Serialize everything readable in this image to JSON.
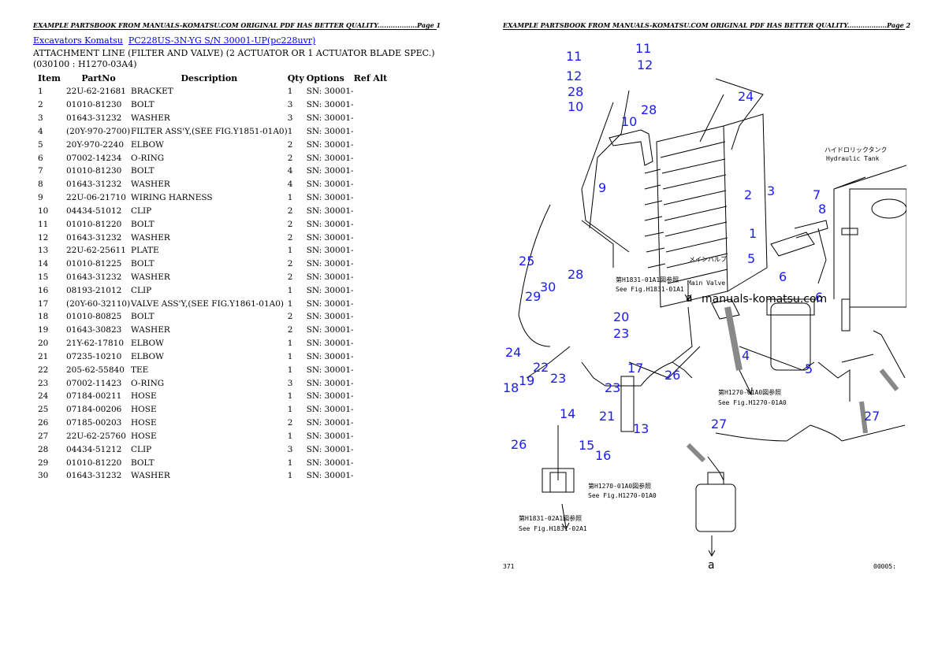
{
  "header_left": "EXAMPLE PARTSBOOK FROM MANUALS-KOMATSU.COM ORIGINAL PDF HAS BETTER QUALITY..................Page 1",
  "header_right": "EXAMPLE PARTSBOOK FROM MANUALS-KOMATSU.COM ORIGINAL PDF HAS BETTER QUALITY..................Page 2",
  "breadcrumb": {
    "link1": "Excavators Komatsu",
    "link2": "PC228US-3N-YG S/N  30001-UP(pc228uvr)"
  },
  "page_title": "ATTACHMENT LINE (FILTER AND VALVE) (2 ACTUATOR OR 1 ACTUATOR BLADE SPEC.)(030100 : H1270-03A4)",
  "columns": [
    "Item",
    "PartNo",
    "Description",
    "Qty",
    "Options",
    "Ref Alt"
  ],
  "rows": [
    [
      "1",
      "22U-62-21681",
      "BRACKET",
      "1",
      "SN: 30001-"
    ],
    [
      "2",
      "01010-81230",
      "BOLT",
      "3",
      "SN: 30001-"
    ],
    [
      "3",
      "01643-31232",
      "WASHER",
      "3",
      "SN: 30001-"
    ],
    [
      "4",
      "(20Y-970-2700)",
      "FILTER ASS'Y,(SEE FIG.Y1851-01A0)",
      "1",
      "SN: 30001-"
    ],
    [
      "5",
      "20Y-970-2240",
      "ELBOW",
      "2",
      "SN: 30001-"
    ],
    [
      "6",
      "07002-14234",
      "O-RING",
      "2",
      "SN: 30001-"
    ],
    [
      "7",
      "01010-81230",
      "BOLT",
      "4",
      "SN: 30001-"
    ],
    [
      "8",
      "01643-31232",
      "WASHER",
      "4",
      "SN: 30001-"
    ],
    [
      "9",
      "22U-06-21710",
      "WIRING HARNESS",
      "1",
      "SN: 30001-"
    ],
    [
      "10",
      "04434-51012",
      "CLIP",
      "2",
      "SN: 30001-"
    ],
    [
      "11",
      "01010-81220",
      "BOLT",
      "2",
      "SN: 30001-"
    ],
    [
      "12",
      "01643-31232",
      "WASHER",
      "2",
      "SN: 30001-"
    ],
    [
      "13",
      "22U-62-25611",
      "PLATE",
      "1",
      "SN: 30001-"
    ],
    [
      "14",
      "01010-81225",
      "BOLT",
      "2",
      "SN: 30001-"
    ],
    [
      "15",
      "01643-31232",
      "WASHER",
      "2",
      "SN: 30001-"
    ],
    [
      "16",
      "08193-21012",
      "CLIP",
      "1",
      "SN: 30001-"
    ],
    [
      "17",
      "(20Y-60-32110)",
      "VALVE ASS'Y,(SEE FIG.Y1861-01A0)",
      "1",
      "SN: 30001-"
    ],
    [
      "18",
      "01010-80825",
      "BOLT",
      "2",
      "SN: 30001-"
    ],
    [
      "19",
      "01643-30823",
      "WASHER",
      "2",
      "SN: 30001-"
    ],
    [
      "20",
      "21Y-62-17810",
      "ELBOW",
      "1",
      "SN: 30001-"
    ],
    [
      "21",
      "07235-10210",
      "ELBOW",
      "1",
      "SN: 30001-"
    ],
    [
      "22",
      "205-62-55840",
      "TEE",
      "1",
      "SN: 30001-"
    ],
    [
      "23",
      "07002-11423",
      "O-RING",
      "3",
      "SN: 30001-"
    ],
    [
      "24",
      "07184-00211",
      "HOSE",
      "1",
      "SN: 30001-"
    ],
    [
      "25",
      "07184-00206",
      "HOSE",
      "1",
      "SN: 30001-"
    ],
    [
      "26",
      "07185-00203",
      "HOSE",
      "2",
      "SN: 30001-"
    ],
    [
      "27",
      "22U-62-25760",
      "HOSE",
      "1",
      "SN: 30001-"
    ],
    [
      "28",
      "04434-51212",
      "CLIP",
      "3",
      "SN: 30001-"
    ],
    [
      "29",
      "01010-81220",
      "BOLT",
      "1",
      "SN: 30001-"
    ],
    [
      "30",
      "01643-31232",
      "WASHER",
      "1",
      "SN: 30001-"
    ]
  ],
  "diagram": {
    "watermark": "manuals-komatsu.com",
    "tank_label_jp": "ハイドロリックタンク",
    "tank_label": "Hydraulic Tank",
    "mainvalve_jp": "メインバルブ",
    "mainvalve": "Main Valve",
    "ref1_jp": "第H1831-01A1図参照",
    "ref1": "See Fig.H1831-01A1",
    "ref2_jp": "第H1270-01A0図参照",
    "ref2": "See Fig.H1270-01A0",
    "ref3_jp": "第H1270-01A0図参照",
    "ref3": "See Fig.H1270-01A0",
    "ref4_jp": "第H1831-02A1図参照",
    "ref4": "See Fig.H1831-02A1",
    "corner_left": "371",
    "corner_right": "00005:",
    "arrow_a1": "a",
    "arrow_a2": "a"
  }
}
